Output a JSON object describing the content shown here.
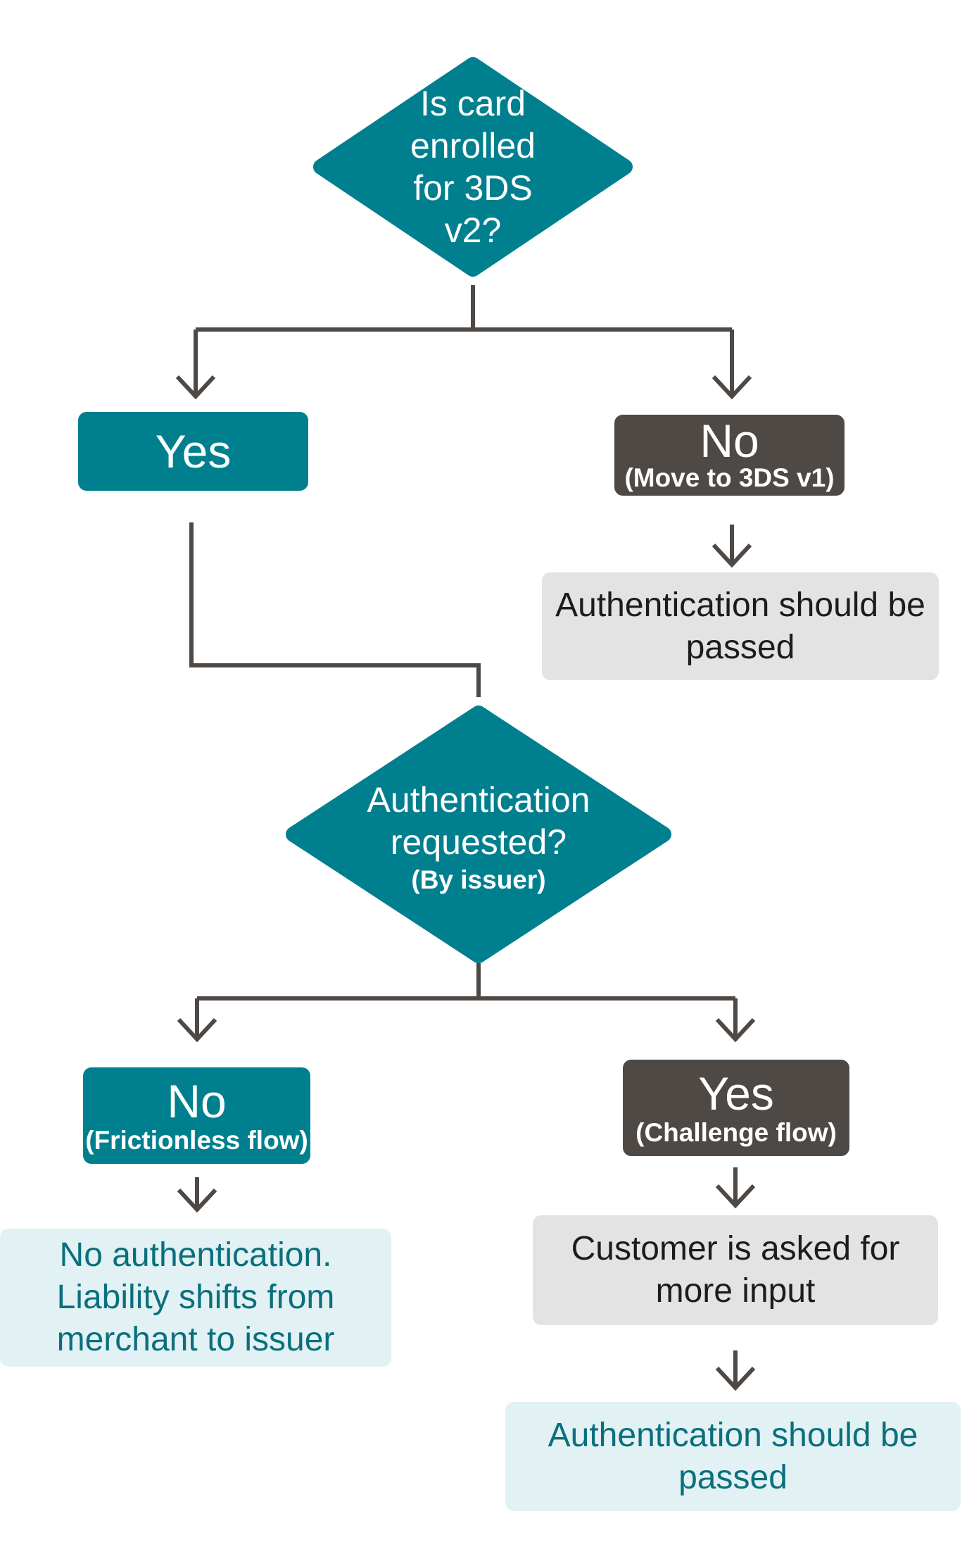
{
  "decision1": {
    "lines": [
      "Is card",
      "enrolled",
      "for 3DS",
      "v2?"
    ]
  },
  "yes1": {
    "label": "Yes"
  },
  "no1": {
    "label": "No",
    "sub": "(Move to 3DS v1)"
  },
  "auth_passed_v1": {
    "lines": [
      "Authentication should be",
      "passed"
    ]
  },
  "decision2": {
    "lines": [
      "Authentication",
      "requested?"
    ],
    "sub": "(By issuer)"
  },
  "no2": {
    "label": "No",
    "sub": "(Frictionless flow)"
  },
  "yes2": {
    "label": "Yes",
    "sub": "(Challenge flow)"
  },
  "frictionless_result": {
    "lines": [
      "No authentication.",
      "Liability shifts from",
      "merchant to issuer"
    ]
  },
  "challenge_input": {
    "lines": [
      "Customer is asked for",
      "more input"
    ]
  },
  "auth_passed_v2": {
    "lines": [
      "Authentication should be",
      "passed"
    ]
  },
  "colors": {
    "teal": "#00808f",
    "dark": "#4f4946",
    "grey": "#e3e3e3",
    "light_teal": "#e2f1f3",
    "connector": "#4f4946"
  }
}
